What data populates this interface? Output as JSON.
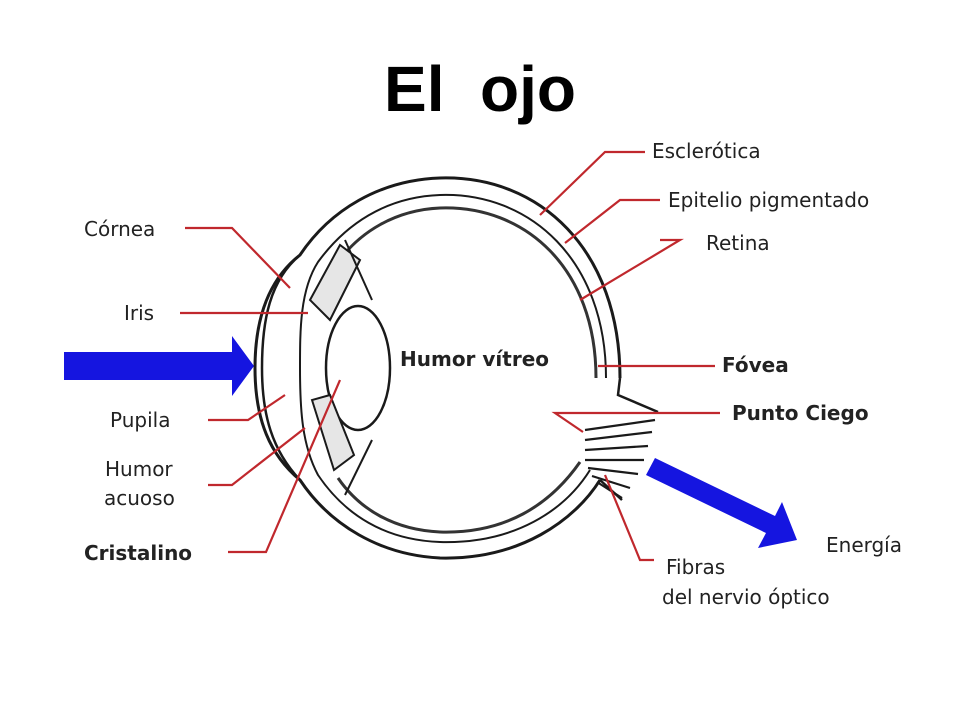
{
  "title": "El  ojo",
  "colors": {
    "leader": "#c0282d",
    "arrow": "#1515e0",
    "outline": "#1a1a1a"
  },
  "labels": {
    "cornea": "Córnea",
    "iris": "Iris",
    "pupila": "Pupila",
    "humor_acuoso_1": "Humor",
    "humor_acuoso_2": "acuoso",
    "cristalino": "Cristalino",
    "humor_vitreo": "Humor vítreo",
    "esclerotica": "Esclerótica",
    "epitelio": "Epitelio pigmentado",
    "retina": "Retina",
    "fovea": "Fóvea",
    "punto_ciego": "Punto Ciego",
    "energia": "Energía",
    "fibras_1": "Fibras",
    "fibras_2": "del nervio óptico"
  },
  "icons": {
    "incoming": "light-arrow-icon",
    "outgoing": "energy-arrow-icon"
  }
}
